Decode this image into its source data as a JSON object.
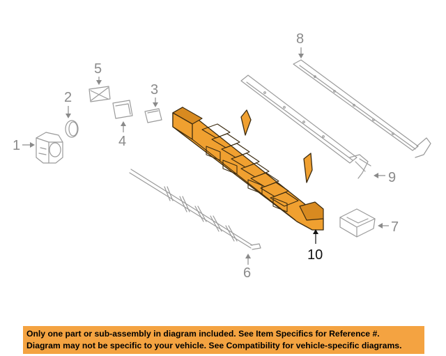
{
  "callouts": {
    "c1": "1",
    "c2": "2",
    "c3": "3",
    "c4": "4",
    "c5": "5",
    "c6": "6",
    "c7": "7",
    "c8": "8",
    "c9": "9",
    "c10": "10"
  },
  "highlight_color": "#f0a030",
  "banner": {
    "line1": "Only one part or sub-assembly in diagram included. See Item Specifics for Reference #.",
    "line2": "Diagram may not be specific to your vehicle. See Compatibility for vehicle-specific diagrams.",
    "background": "#f4a341"
  }
}
